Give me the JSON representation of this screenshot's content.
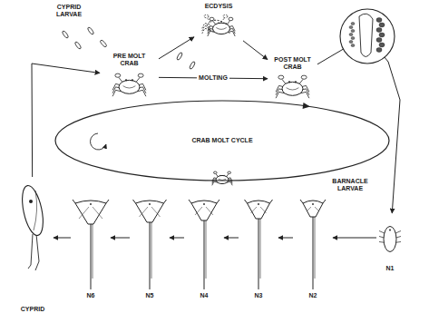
{
  "diagram": {
    "nodes": [
      {
        "text": [
          "CRAB MOLT CYCLE"
        ]
      },
      {
        "text": [
          "PRE MOLT CRAB"
        ]
      },
      {
        "text": [
          "ECDYSIS"
        ]
      },
      {
        "text": [
          "POST MOLT CRAB"
        ]
      },
      {
        "text": [
          "N1"
        ]
      },
      {
        "text": [
          "N2"
        ]
      },
      {
        "text": [
          "N3"
        ]
      },
      {
        "text": [
          "N4"
        ]
      },
      {
        "text": [
          "N5"
        ]
      },
      {
        "text": [
          "N6"
        ]
      },
      {
        "text": [
          "CYPRID"
        ]
      }
    ],
    "edges": [
      {
        "from": 1,
        "to": 2,
        "arrow": "to"
      },
      {
        "from": 2,
        "to": 3,
        "arrow": "to"
      },
      {
        "from": 1,
        "to": 3,
        "label": "MOLTING",
        "arrow": "to"
      },
      {
        "from": 3,
        "to": 4,
        "label": "BARNACLE LARVAE",
        "arrow": "to"
      },
      {
        "from": 4,
        "to": 5,
        "arrow": "to"
      },
      {
        "from": 5,
        "to": 6,
        "arrow": "to"
      },
      {
        "from": 6,
        "to": 7,
        "arrow": "to"
      },
      {
        "from": 7,
        "to": 8,
        "arrow": "to"
      },
      {
        "from": 8,
        "to": 9,
        "arrow": "to"
      },
      {
        "from": 9,
        "to": 10,
        "arrow": "to"
      },
      {
        "from": 10,
        "to": 1,
        "arrow": "to"
      }
    ],
    "labels": [
      "CYPRID LARVAE"
    ]
  }
}
